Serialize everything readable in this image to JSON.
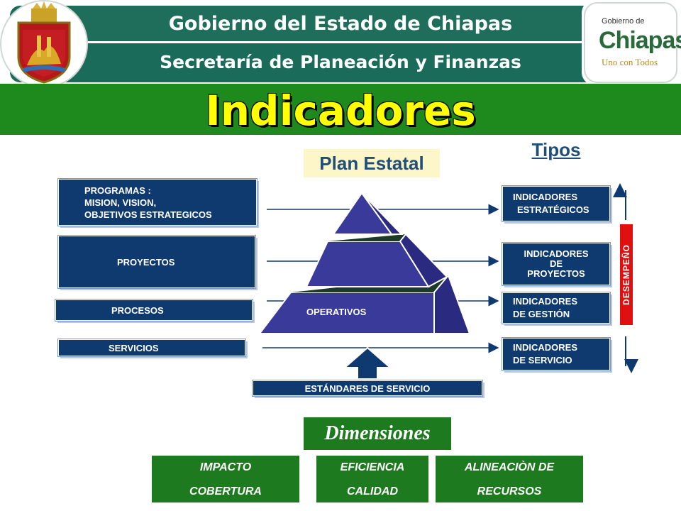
{
  "header": {
    "line1": "Gobierno del Estado de Chiapas",
    "line2": "Secretaría de Planeación y Finanzas",
    "logo_small": "Gobierno de",
    "logo_big": "Chiapas",
    "logo_tag": "Uno con Todos"
  },
  "title": "Indicadores",
  "plan_estatal": "Plan Estatal",
  "tipos": "Tipos",
  "left_boxes": {
    "programas": [
      "PROGRAMAS :",
      "MISION, VISION,",
      "OBJETIVOS ESTRATEGICOS"
    ],
    "proyectos": "PROYECTOS",
    "procesos": "PROCESOS",
    "servicios": "SERVICIOS"
  },
  "pyramid": {
    "base_label": "OPERATIVOS"
  },
  "right_boxes": {
    "estrategicos": [
      "INDICADORES",
      "ESTRATÉGICOS"
    ],
    "proyectos": [
      "INDICADORES",
      "DE",
      "PROYECTOS"
    ],
    "gestion": [
      "INDICADORES",
      "DE GESTIÓN"
    ],
    "servicio": [
      "INDICADORES",
      "DE SERVICIO"
    ]
  },
  "desempeno": "DESEMPEÑO",
  "estandares": "ESTÁNDARES DE SERVICIO",
  "dimensiones": {
    "title": "Dimensiones",
    "items": [
      [
        "IMPACTO",
        "COBERTURA"
      ],
      [
        "EFICIENCIA",
        "CALIDAD"
      ],
      [
        "ALINEACIÒN DE",
        "RECURSOS"
      ]
    ]
  },
  "colors": {
    "header_green": "#1f6e5c",
    "title_green": "#1e8a1e",
    "title_text": "#ffff00",
    "navy": "#0f3a70",
    "pyramid": "#3a3a9a",
    "desempeno_red": "#e01010"
  }
}
